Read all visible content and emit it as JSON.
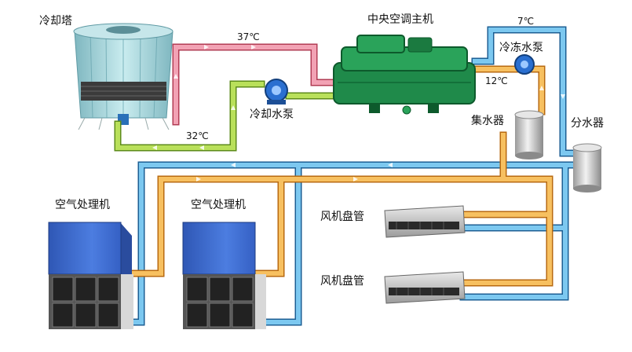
{
  "labels": {
    "cooling_tower": "冷却塔",
    "chiller": "中央空调主机",
    "cooling_pump": "冷却水泵",
    "chilled_pump": "冷冻水泵",
    "collector": "集水器",
    "distributor": "分水器",
    "ahu_1": "空气处理机",
    "ahu_2": "空气处理机",
    "fcu_1": "风机盘管",
    "fcu_2": "风机盘管"
  },
  "temps": {
    "hot_cooling": "37℃",
    "cold_cooling": "32℃",
    "chilled_supply": "7℃",
    "chilled_return": "12℃"
  },
  "colors": {
    "hot_cooling_pipe": "#e8728a",
    "cold_cooling_pipe": "#9ccc3a",
    "chilled_supply_pipe": "#46a8e0",
    "chilled_return_pipe": "#f2a33a",
    "equipment_green": "#1f8a4a",
    "ahu_blue": "#3f6fcf",
    "tower": "#a9d6dc"
  }
}
